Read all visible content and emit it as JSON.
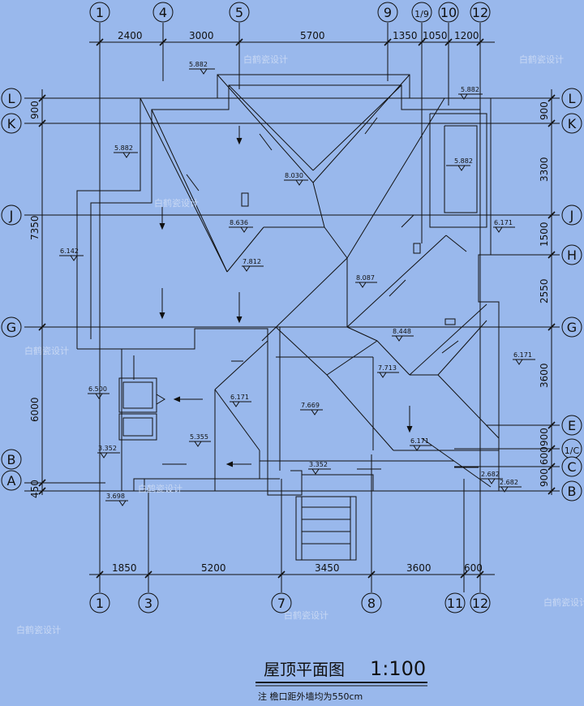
{
  "drawing": {
    "title": "屋顶平面图",
    "scale": "1:100",
    "note": "注  檐口距外墙均为550cm"
  },
  "axes": {
    "top": [
      "1",
      "4",
      "5",
      "9",
      "1/9",
      "10",
      "12"
    ],
    "bottom": [
      "1",
      "3",
      "7",
      "8",
      "11",
      "12"
    ],
    "left": [
      "L",
      "K",
      "J",
      "G",
      "B",
      "A"
    ],
    "right": [
      "L",
      "K",
      "J",
      "H",
      "G",
      "E",
      "1/C",
      "C",
      "B"
    ]
  },
  "dimensions": {
    "top": [
      "2400",
      "3000",
      "5700",
      "1350",
      "1050",
      "1200"
    ],
    "bottom": [
      "1850",
      "5200",
      "3450",
      "3600",
      "600"
    ],
    "left": [
      "900",
      "7350",
      "6000",
      "450"
    ],
    "right": [
      "900",
      "3300",
      "1500",
      "2550",
      "3600",
      "900",
      "600",
      "900"
    ]
  },
  "elevations": [
    "5.882",
    "5.882",
    "5.882",
    "8.030",
    "5.882",
    "8.636",
    "6.171",
    "6.142",
    "7.812",
    "8.087",
    "8.448",
    "6.171",
    "7.713",
    "6.500",
    "6.171",
    "7.669",
    "5.355",
    "6.171",
    "3.352",
    "2.682",
    "3.352",
    "2.682",
    "3.698"
  ],
  "watermark": "白鹤瓷设计"
}
